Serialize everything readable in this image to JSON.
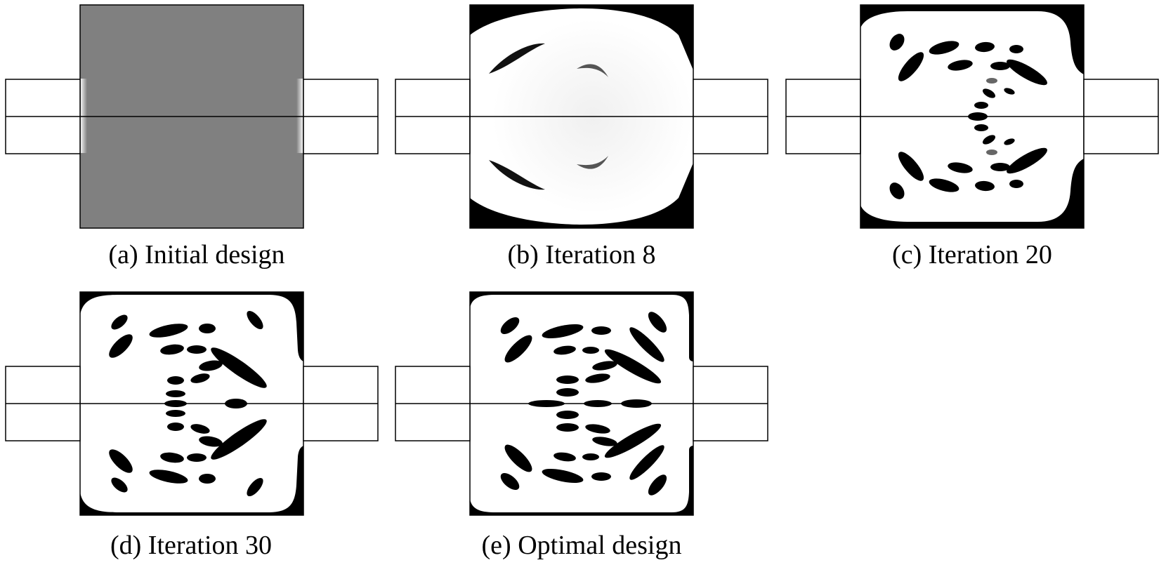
{
  "figure": {
    "panels": [
      {
        "id": "a",
        "caption": "(a) Initial design",
        "state": "initial"
      },
      {
        "id": "b",
        "caption": "(b) Iteration 8",
        "state": "iter8"
      },
      {
        "id": "c",
        "caption": "(c) Iteration 20",
        "state": "iter20"
      },
      {
        "id": "d",
        "caption": "(d) Iteration 30",
        "state": "iter30"
      },
      {
        "id": "e",
        "caption": "(e) Optimal design",
        "state": "optimal"
      }
    ]
  },
  "colors": {
    "solid": "#ffffff",
    "void": "#000000",
    "intermediate": "#808080",
    "outline": "#000000"
  }
}
